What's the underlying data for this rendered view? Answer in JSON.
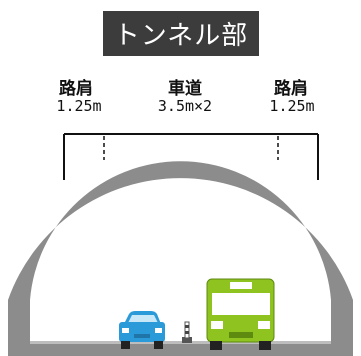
{
  "title": "トンネル部",
  "sections": {
    "left": {
      "name": "路肩",
      "width": "1.25m"
    },
    "center": {
      "name": "車道",
      "width": "3.5m×2"
    },
    "right": {
      "name": "路肩",
      "width": "1.25m"
    }
  },
  "colors": {
    "title_bg": "#3c3c3c",
    "tunnel_lining": "#8c8c8c",
    "road": "#8c8c8c",
    "car_body": "#2b9ad8",
    "bus_body": "#8fc31f"
  },
  "icons": [
    "car-icon",
    "bus-icon",
    "pole-icon"
  ]
}
